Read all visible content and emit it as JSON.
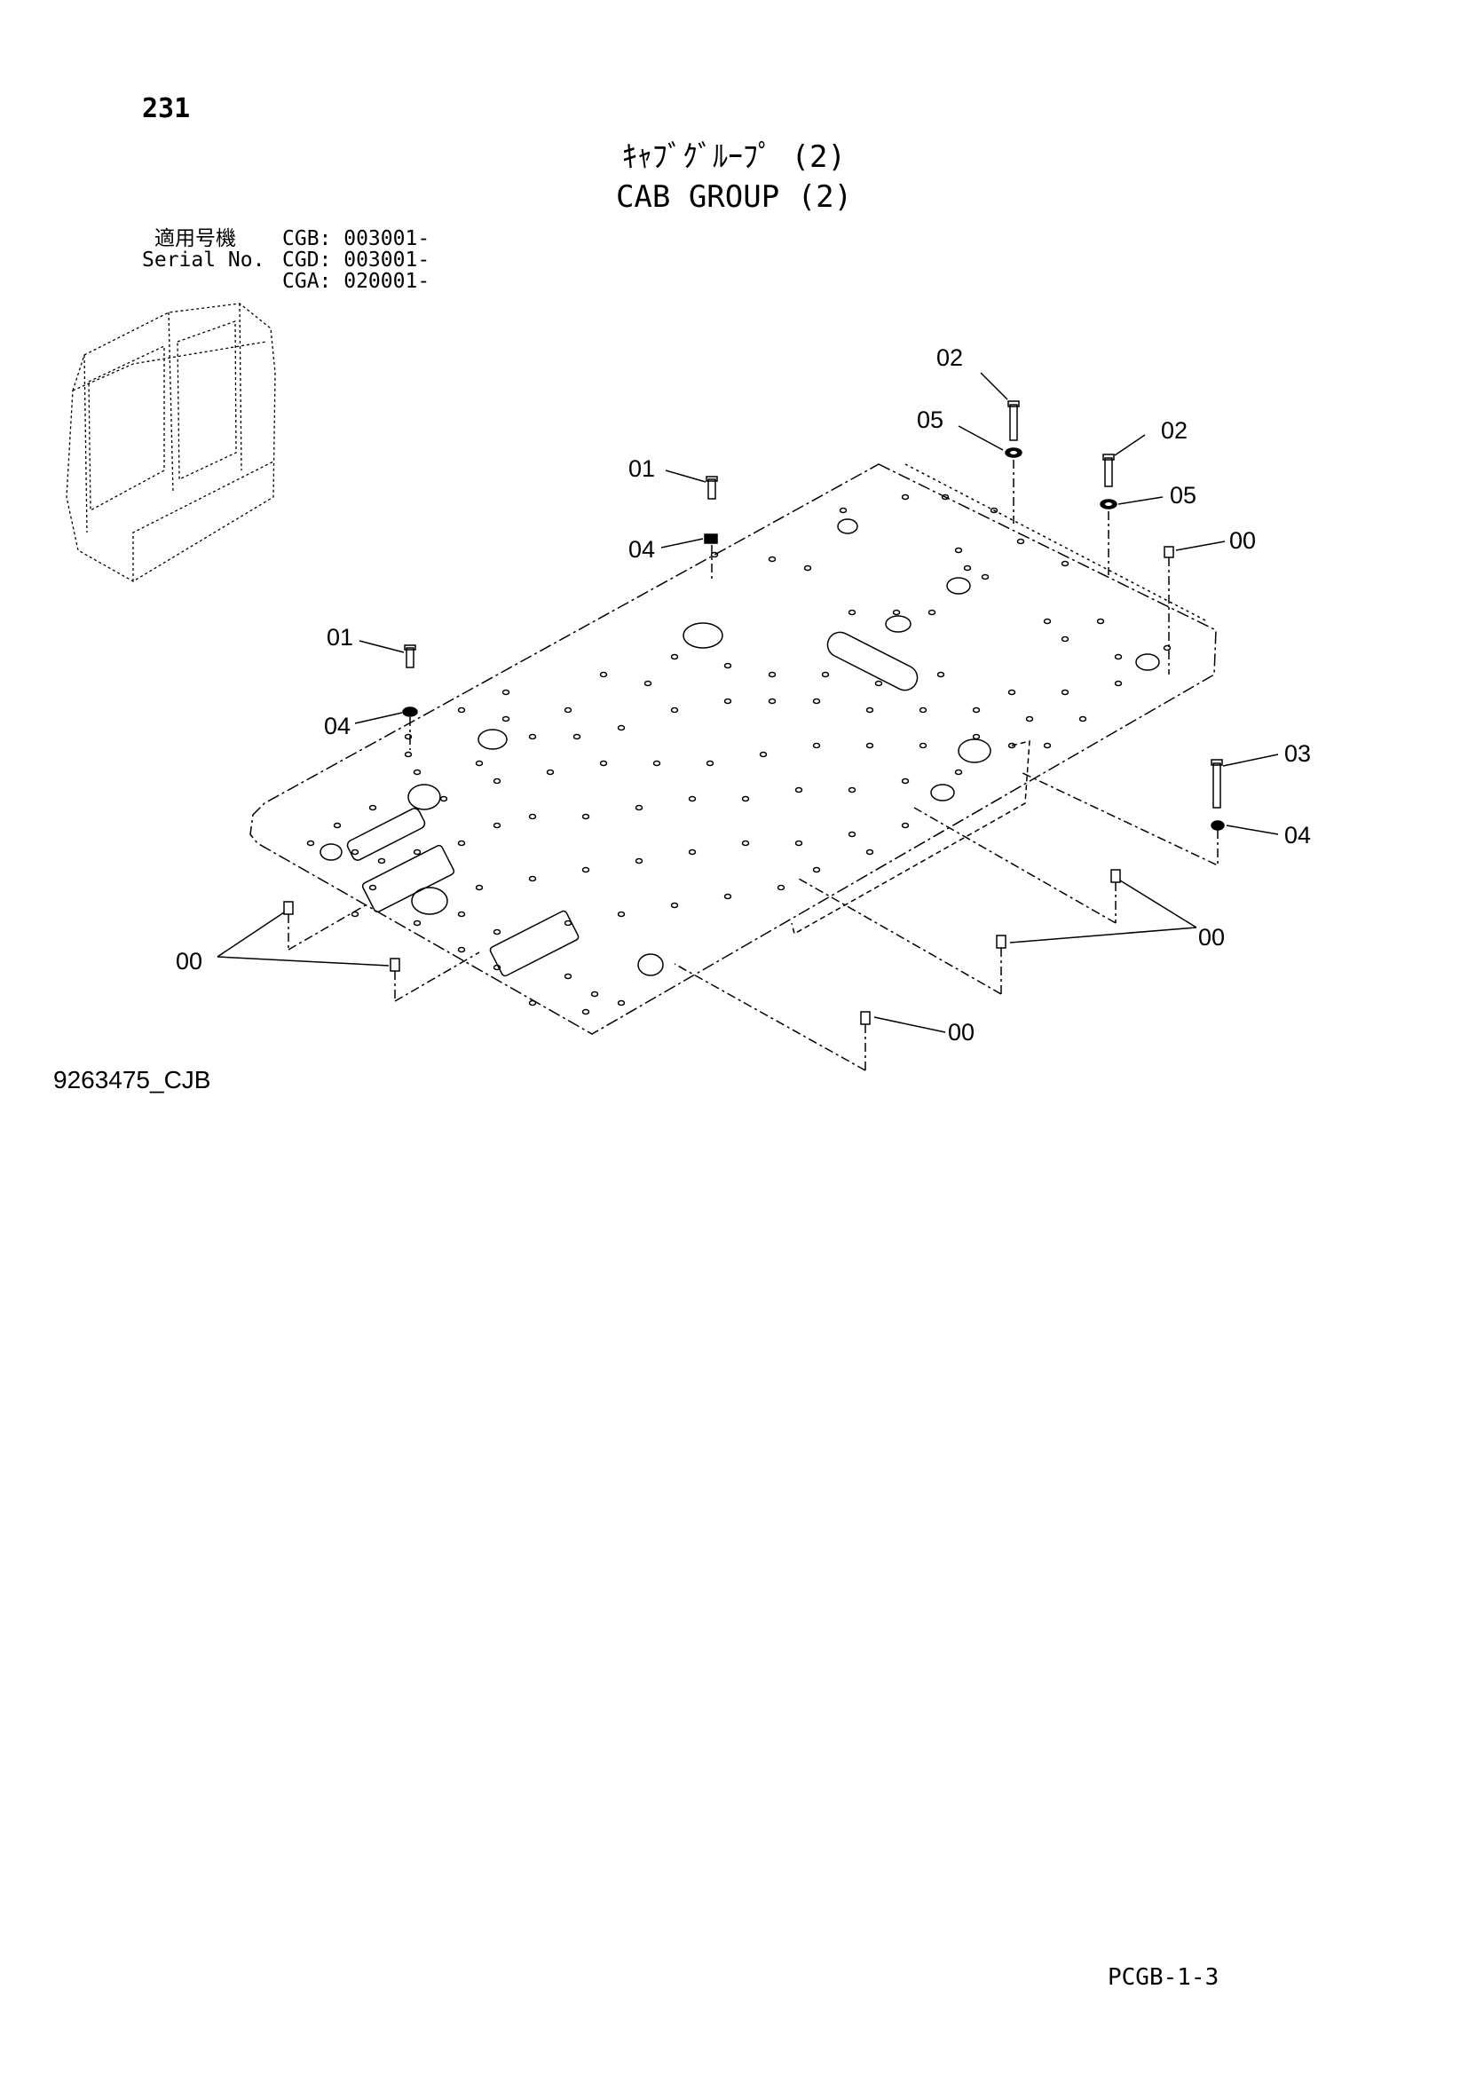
{
  "page_number": "231",
  "title_jp": "ｷｬﾌﾞｸﾞﾙｰﾌﾟ (2)",
  "title_en": "CAB GROUP (2)",
  "serial": {
    "label_jp": "適用号機",
    "label_en": "Serial No.",
    "entries": [
      "CGB: 003001-",
      "CGD: 003001-",
      "CGA: 020001-"
    ]
  },
  "callouts": [
    "02",
    "05",
    "02",
    "05",
    "01",
    "04",
    "00",
    "01",
    "04",
    "03",
    "04",
    "00",
    "00",
    "00"
  ],
  "drawing_number": "9263475_CJB",
  "sheet_code": "PCGB-1-3"
}
